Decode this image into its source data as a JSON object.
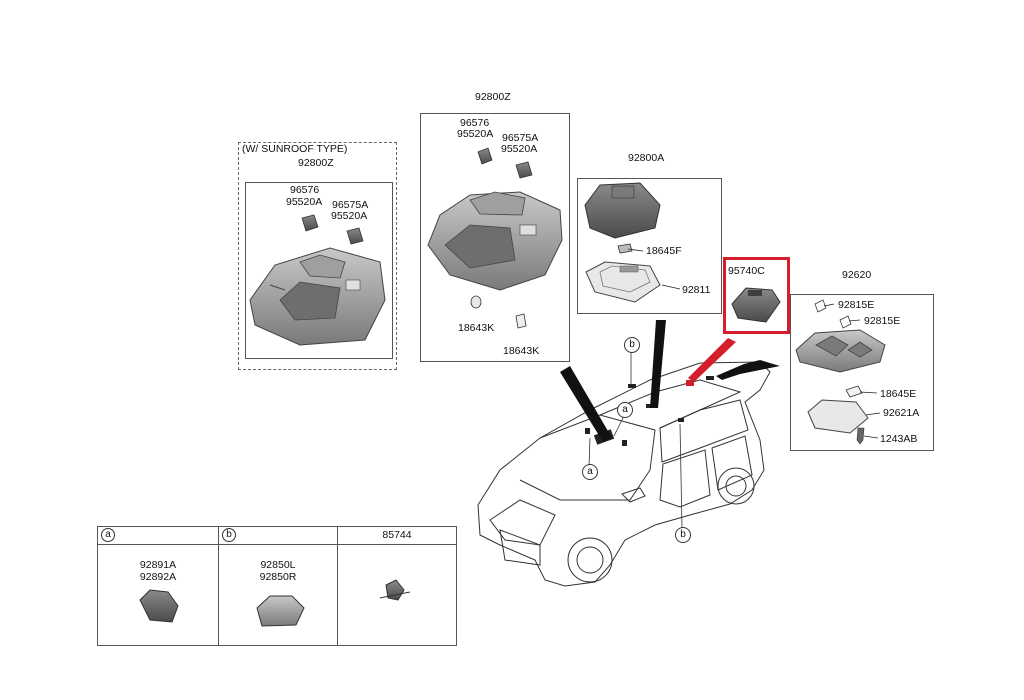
{
  "colors": {
    "outline": "#555555",
    "highlight": "#d21f2b",
    "part_fill": "#9a9a9a",
    "part_dark": "#5c5c5c"
  },
  "panels": {
    "sunroof": {
      "title": "(W/ SUNROOF TYPE)",
      "assembly": "92800Z",
      "p1": "96576",
      "p2": "95520A",
      "p3": "96575A",
      "p4": "95520A"
    },
    "center": {
      "assembly": "92800Z",
      "p1": "96576",
      "p2": "95520A",
      "p3": "96575A",
      "p4": "95520A",
      "p5": "18643K",
      "p6": "18643K"
    },
    "map_lamp": {
      "assembly": "92800A",
      "p1": "18645F",
      "p2": "92811"
    },
    "highlighted": {
      "part": "95740C"
    },
    "room_lamp": {
      "assembly": "92620",
      "p1": "92815E",
      "p2": "92815E",
      "p3": "18645E",
      "p4": "92621A",
      "p5": "1243AB"
    }
  },
  "callouts": {
    "a": "a",
    "b": "b"
  },
  "legend": {
    "col_a": {
      "key": "a",
      "p1": "92891A",
      "p2": "92892A"
    },
    "col_b": {
      "key": "b",
      "p1": "92850L",
      "p2": "92850R"
    },
    "col_c": {
      "key": "85744"
    }
  }
}
